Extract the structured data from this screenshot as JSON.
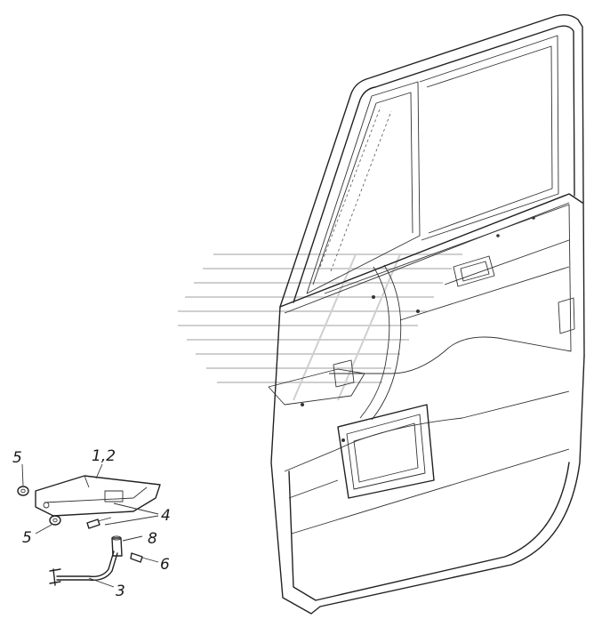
{
  "callouts": {
    "c5a": "5",
    "c12": "1,2",
    "c4": "4",
    "c5b": "5",
    "c8": "8",
    "c6": "6",
    "c3": "3"
  }
}
